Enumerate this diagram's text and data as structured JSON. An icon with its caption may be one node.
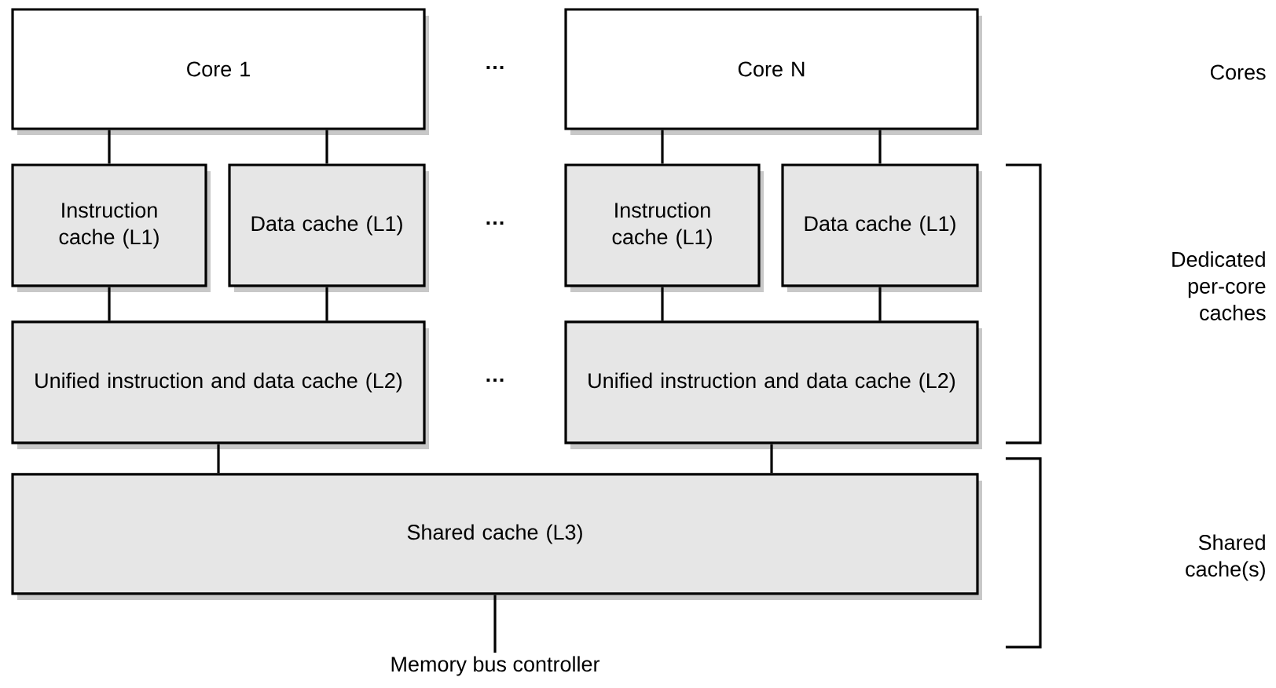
{
  "diagram": {
    "nodes": [
      {
        "text": [
          "Core 1"
        ]
      },
      {
        "text": [
          "Core N"
        ]
      },
      {
        "text": [
          "Instruction cache (L1)"
        ]
      },
      {
        "text": [
          "Data cache (L1)"
        ]
      },
      {
        "text": [
          "Instruction cache (L1)"
        ]
      },
      {
        "text": [
          "Data cache (L1)"
        ]
      },
      {
        "text": [
          "Unified instruction and data cache (L2)"
        ]
      },
      {
        "text": [
          "Unified instruction and data cache (L2)"
        ]
      },
      {
        "text": [
          "Shared cache (L3)"
        ]
      },
      {
        "text": [
          "Memory bus controller"
        ]
      }
    ],
    "edges": [
      {
        "from": 0,
        "to": 2,
        "arrow": "none"
      },
      {
        "from": 0,
        "to": 3,
        "arrow": "none"
      },
      {
        "from": 1,
        "to": 4,
        "arrow": "none"
      },
      {
        "from": 1,
        "to": 5,
        "arrow": "none"
      },
      {
        "from": 2,
        "to": 6,
        "arrow": "none"
      },
      {
        "from": 3,
        "to": 6,
        "arrow": "none"
      },
      {
        "from": 4,
        "to": 7,
        "arrow": "none"
      },
      {
        "from": 5,
        "to": 7,
        "arrow": "none"
      },
      {
        "from": 6,
        "to": 8,
        "arrow": "none"
      },
      {
        "from": 7,
        "to": 8,
        "arrow": "none"
      },
      {
        "from": 8,
        "to": 9,
        "arrow": "none"
      }
    ],
    "labels": [
      "…",
      "Cores",
      "…",
      "Dedicated per-core caches",
      "…",
      "Shared cache(s)"
    ]
  }
}
